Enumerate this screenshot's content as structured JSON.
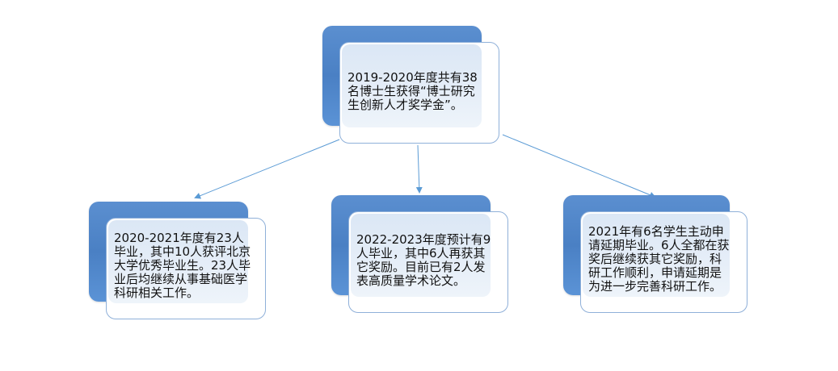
{
  "diagram": {
    "type": "tree",
    "root": {
      "id": "root",
      "text": "2019-2020年度共有38\n名博士生获得“博士研究\n生创新人才奖学金”。"
    },
    "children": [
      {
        "id": "child-1",
        "text": "2020-2021年度有23人\n毕业，其中10人获评北京\n大学优秀毕业生。23人毕\n业后均继续从事基础医学\n科研相关工作。"
      },
      {
        "id": "child-2",
        "text": "2022-2023年度预计有9\n人毕业，其中6人再获其\n它奖励。目前已有2人发\n表高质量学术论文。"
      },
      {
        "id": "child-3",
        "text": "2021年有6名学生主动申\n请延期毕业。6人全都在获\n奖后继续获其它奖励，科\n研工作顺利，申请延期是\n为进一步完善科研工作。"
      }
    ],
    "colors": {
      "box_fill_blue": "#4a80c4",
      "box_border": "#8fb0d9",
      "connector": "#5b9bd5",
      "text": "#111111"
    }
  }
}
